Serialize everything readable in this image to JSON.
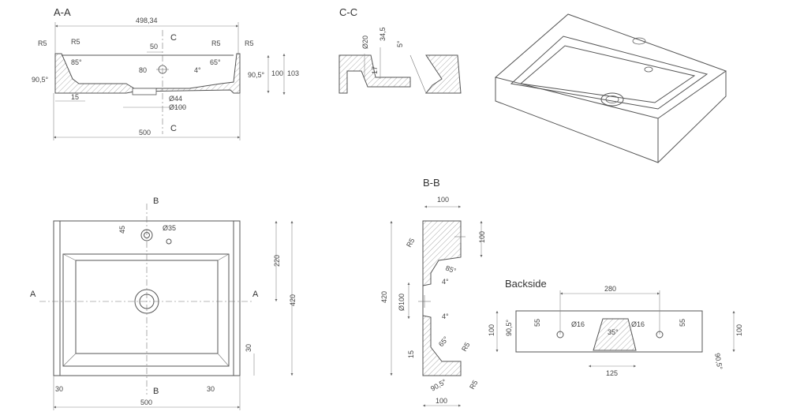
{
  "views": {
    "aa": {
      "title": "A-A",
      "top_width": "498,34",
      "r5_a": "R5",
      "r5_b": "R5",
      "r5_c": "R5",
      "r5_d": "R5",
      "angle_85": "85°",
      "angle_65": "65°",
      "angle_905_l": "90,5°",
      "angle_905_r": "90,5°",
      "d50": "50",
      "d80": "80",
      "d4": "4°",
      "d100": "100",
      "d103": "103",
      "d15": "15",
      "d44": "Ø44",
      "d100b": "Ø100",
      "width": "500",
      "cut_top": "C",
      "cut_bottom": "C"
    },
    "cc": {
      "title": "C-C",
      "d345": "34,5",
      "d20": "Ø20",
      "d5": "5°",
      "d17": "17"
    },
    "plan": {
      "d45": "45",
      "d35": "Ø35",
      "d220": "220",
      "d420": "420",
      "d30v": "30",
      "d30l": "30",
      "d30r": "30",
      "width": "500",
      "cut_a_left": "A",
      "cut_a_right": "A",
      "cut_b_top": "B",
      "cut_b_bottom": "B"
    },
    "bb": {
      "title": "B-B",
      "d100_top": "100",
      "d100_side": "100",
      "d420": "420",
      "d100_mid": "Ø100",
      "r5_a": "R5",
      "r5_b": "R5",
      "r5_c": "R5",
      "angle_85": "85°",
      "angle_4a": "4°",
      "angle_4b": "4°",
      "angle_65": "65°",
      "d15": "15",
      "angle_905": "90,5°",
      "d100_bottom": "100"
    },
    "backside": {
      "title": "Backside",
      "d280": "280",
      "d55_l": "55",
      "d55_r": "55",
      "d16_l": "Ø16",
      "d16_r": "Ø16",
      "angle_35": "35°",
      "d100_l": "100",
      "d100_r": "100",
      "angle_905_l": "90,5°",
      "angle_905_r": "90,5°",
      "d125": "125"
    }
  }
}
